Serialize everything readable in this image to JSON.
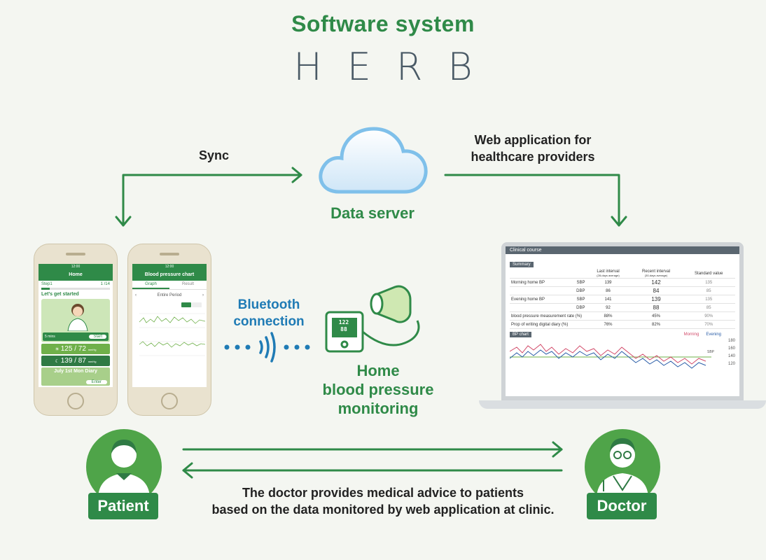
{
  "title": "Software system",
  "brand": "HERB",
  "sync_label": "Sync",
  "web_app_label_line1": "Web application for",
  "web_app_label_line2": "healthcare providers",
  "data_server_label": "Data server",
  "bluetooth_line1": "Bluetooth",
  "bluetooth_line2": "connection",
  "monitor_line1": "Home",
  "monitor_line2": "blood pressure",
  "monitor_line3": "monitoring",
  "monitor_display_top": "122",
  "monitor_display_bottom": "88",
  "patient_label": "Patient",
  "doctor_label": "Doctor",
  "caption_line1": "The doctor provides medical advice to patients",
  "caption_line2": "based on the data monitored by web application at clinic.",
  "colors": {
    "green": "#2f8a48",
    "blue": "#1f7bb5",
    "slate": "#4a5a66"
  },
  "phone1": {
    "status": "12:00",
    "header": "Home",
    "step": "Step1",
    "step_count": "1 /14",
    "started": "Let's get started",
    "duration": "5 mins",
    "start_btn": "Start",
    "morning": "125 / 72",
    "evening": "139 / 87",
    "unit": "mmHg",
    "diary": "July 1st Mon Diary",
    "enter_btn": "Enter"
  },
  "phone2": {
    "status": "12:00",
    "header": "Blood pressure chart",
    "tab_graph": "Graph",
    "tab_result": "Result",
    "period": "Entire Period"
  },
  "web": {
    "panel_title": "Clinical course",
    "summary_tab": "Summary",
    "col_last": "Last interval",
    "col_last_sub": "(28-days average)",
    "col_recent": "Recent interval",
    "col_recent_sub": "(30-days average)",
    "col_standard": "Standard value",
    "rows": [
      {
        "label": "Morning home BP",
        "sub": "SBP",
        "last": "139",
        "recent": "142",
        "std": "135"
      },
      {
        "label": "",
        "sub": "DBP",
        "last": "86",
        "recent": "84",
        "std": "85"
      },
      {
        "label": "Evening home BP",
        "sub": "SBP",
        "last": "141",
        "recent": "139",
        "std": "135"
      },
      {
        "label": "",
        "sub": "DBP",
        "last": "92",
        "recent": "88",
        "std": "85"
      },
      {
        "label": "blood pressure measurement rate (%)",
        "sub": "",
        "last": "88%",
        "recent": "45%",
        "std": "90%"
      },
      {
        "label": "Prop of writing digital diary (%)",
        "sub": "",
        "last": "76%",
        "recent": "82%",
        "std": "70%"
      }
    ],
    "bp_chart_tab": "BP chart",
    "legend_morning": "Morning",
    "legend_evening": "Evening",
    "sbp_label": "SBP",
    "yticks": [
      "180",
      "160",
      "140",
      "120"
    ]
  }
}
